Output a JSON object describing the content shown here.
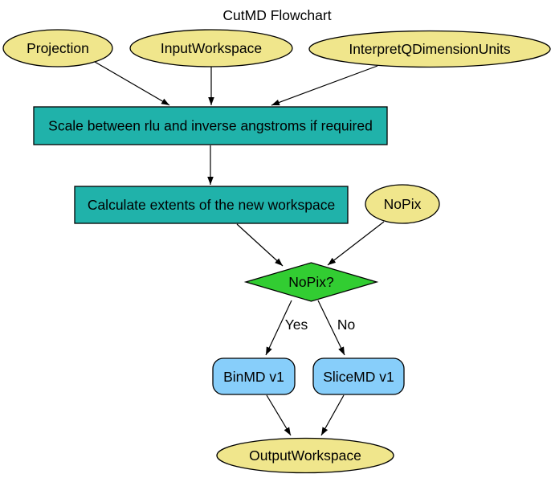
{
  "title": "CutMD Flowchart",
  "colors": {
    "parameter_fill": "#F0E68C",
    "process_fill": "#20B2AA",
    "decision_fill": "#32CD32",
    "algorithm_fill": "#87CEFA",
    "edge_color": "#000000",
    "background": "#FFFFFF",
    "text": "#000000"
  },
  "nodes": {
    "projection": {
      "label": "Projection",
      "type": "parameter"
    },
    "input_workspace": {
      "label": "InputWorkspace",
      "type": "parameter"
    },
    "interpret_q_dimension_units": {
      "label": "InterpretQDimensionUnits",
      "type": "parameter"
    },
    "scale_process": {
      "label": "Scale between rlu and inverse angstroms if required",
      "type": "process"
    },
    "calculate_extents": {
      "label": "Calculate extents of the new workspace",
      "type": "process"
    },
    "nopix_param": {
      "label": "NoPix",
      "type": "parameter"
    },
    "nopix_decision": {
      "label": "NoPix?",
      "type": "decision"
    },
    "binmd": {
      "label": "BinMD v1",
      "type": "algorithm"
    },
    "slicemd": {
      "label": "SliceMD v1",
      "type": "algorithm"
    },
    "output_workspace": {
      "label": "OutputWorkspace",
      "type": "parameter"
    }
  },
  "edge_labels": {
    "yes": "Yes",
    "no": "No"
  }
}
